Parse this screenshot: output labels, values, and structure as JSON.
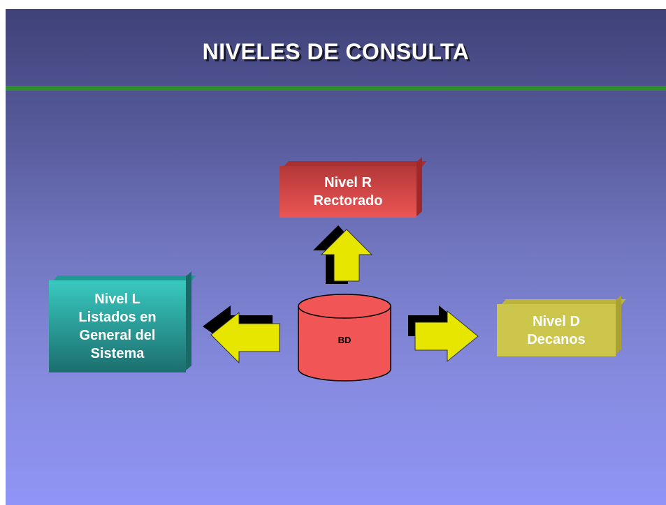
{
  "title": "NIVELES DE CONSULTA",
  "colors": {
    "title_rule": "#2f8f2f",
    "rectorado_box": "#e04848",
    "listados_box": "#2aa6a0",
    "decanos_box": "#cdc64c",
    "database": "#f25555",
    "arrow_fill": "#e6e600",
    "arrow_shadow": "#000000"
  },
  "nodes": {
    "rectorado": {
      "lines": [
        "Nivel R",
        "Rectorado"
      ]
    },
    "listados": {
      "lines": [
        "Nivel L",
        "Listados en",
        "General del",
        "Sistema"
      ]
    },
    "decanos": {
      "lines": [
        "Nivel D",
        "Decanos"
      ]
    },
    "database": {
      "label": "BD",
      "icon": "database-cylinder-icon"
    }
  },
  "arrows": [
    {
      "from": "database",
      "to": "rectorado",
      "direction": "up",
      "icon": "arrow-up-icon"
    },
    {
      "from": "database",
      "to": "listados",
      "direction": "left",
      "icon": "arrow-left-icon"
    },
    {
      "from": "database",
      "to": "decanos",
      "direction": "right",
      "icon": "arrow-right-icon"
    }
  ]
}
